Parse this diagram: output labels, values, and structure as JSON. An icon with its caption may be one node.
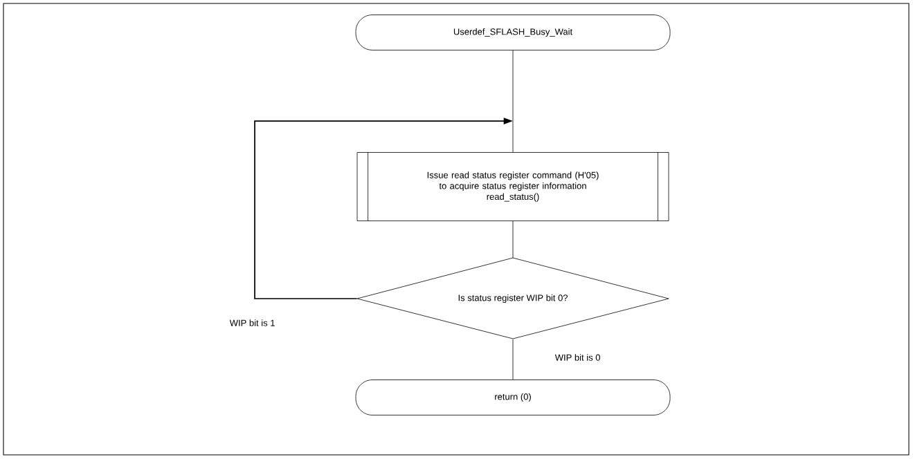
{
  "diagram": {
    "nodes": [
      {
        "text": [
          "Userdef_SFLASH_Busy_Wait"
        ]
      },
      {
        "text": [
          "Issue read status register command (H'05) to acquire status register information",
          "read_status()"
        ]
      },
      {
        "text": [
          "Is status register WIP bit 0?"
        ]
      },
      {
        "text": [
          "return (0)"
        ]
      }
    ],
    "edges": [
      {
        "from": 0,
        "to": 1,
        "arrow": "none"
      },
      {
        "from": 1,
        "to": 2,
        "arrow": "none"
      },
      {
        "from": 2,
        "to": 3,
        "arrow": "none",
        "label": "WIP bit is 0"
      },
      {
        "from": 2,
        "to": 1,
        "arrow": "to",
        "label": "WIP bit is 1"
      }
    ]
  }
}
